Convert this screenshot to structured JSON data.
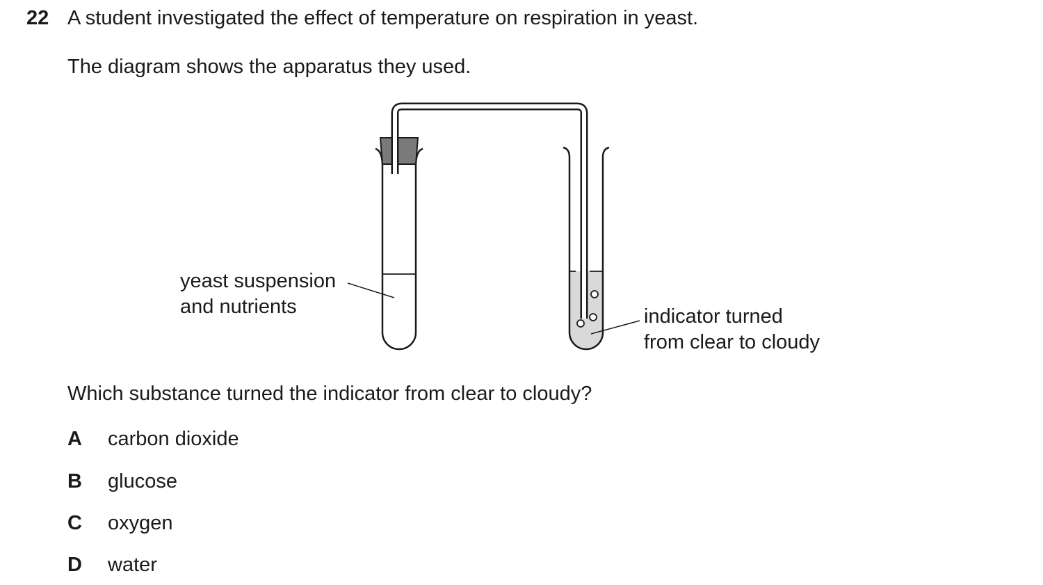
{
  "question": {
    "number": "22",
    "stem": "A student investigated the effect of temperature on respiration in yeast.",
    "intro": "The diagram shows the apparatus they used.",
    "prompt": "Which substance turned the indicator from clear to cloudy?"
  },
  "diagram": {
    "left_label": {
      "line1": "yeast suspension",
      "line2": "and nutrients"
    },
    "right_label": {
      "line1": "indicator turned",
      "line2": "from clear to cloudy"
    },
    "colors": {
      "stroke": "#1a1a1a",
      "bung": "#7a7a7a",
      "indicator_liquid": "#d9d9d9"
    }
  },
  "options": [
    {
      "letter": "A",
      "text": "carbon dioxide"
    },
    {
      "letter": "B",
      "text": "glucose"
    },
    {
      "letter": "C",
      "text": "oxygen"
    },
    {
      "letter": "D",
      "text": "water"
    }
  ]
}
